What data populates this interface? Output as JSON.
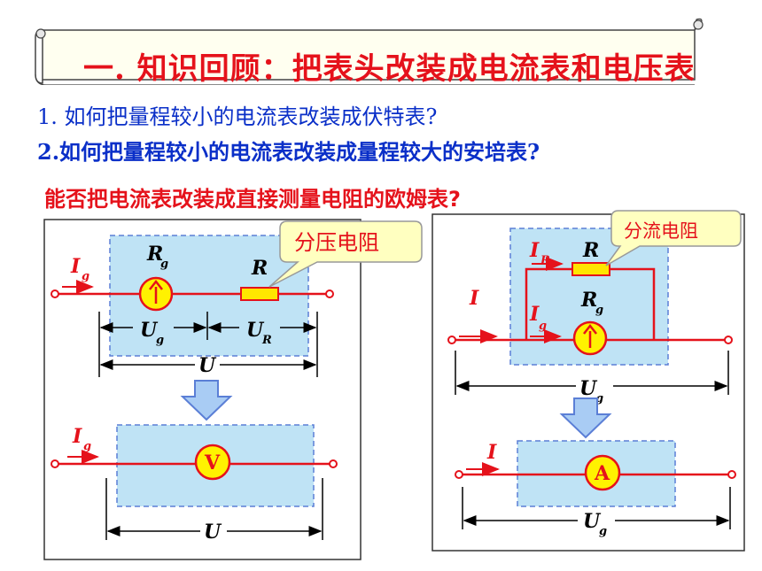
{
  "title": "一. 知识回顾：把表头改装成电流表和电压表",
  "questions": {
    "q1": "1. 如何把量程较小的电流表改装成伏特表?",
    "q2": "2.如何把量程较小的电流表改装成量程较大的安培表?",
    "q3": "能否把电流表改装成直接测量电阻的欧姆表?"
  },
  "left_circuit": {
    "current_label": "I",
    "current_sub": "g",
    "galv_label": "R",
    "galv_sub": "g",
    "resistor_label": "R",
    "callout": "分压电阻",
    "ug_label": "U",
    "ug_sub": "g",
    "ur_label": "U",
    "ur_sub": "R",
    "total_label": "U",
    "meter_symbol": "V",
    "bottom_current_label": "I",
    "bottom_current_sub": "g",
    "bottom_total_label": "U"
  },
  "right_circuit": {
    "ir_label": "I",
    "ir_sub": "R",
    "resistor_label": "R",
    "callout": "分流电阻",
    "i_label": "I",
    "galv_label": "R",
    "galv_sub": "g",
    "ig_label": "I",
    "ig_sub": "g",
    "ug_label": "U",
    "ug_sub": "g",
    "meter_symbol": "A",
    "bottom_i_label": "I",
    "bottom_ug_label": "U",
    "bottom_ug_sub": "g"
  },
  "colors": {
    "accent": "#e5121b",
    "question_blue": "#0a2fc8",
    "box_fill": "#bfe3f5",
    "box_dash": "#5b7fd6",
    "meter_fill": "#fff200",
    "resistor_fill": "#ffe600",
    "callout_fill": "#ffffc0",
    "arrow_fill": "#a9ccf4"
  }
}
